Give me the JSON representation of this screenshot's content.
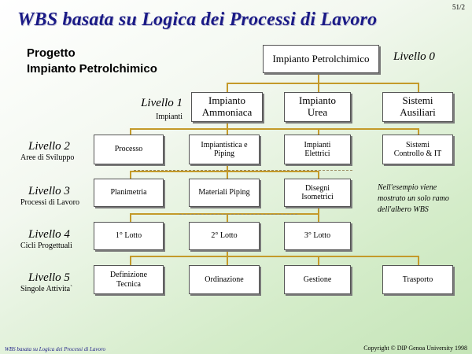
{
  "slide": {
    "title": "WBS basata su Logica dei Processi di Lavoro",
    "page_number": "51/2",
    "project_line1": "Progetto",
    "project_line2": "Impianto Petrolchimico",
    "note": "Nell'esempio viene mostrato un solo ramo dell'albero WBS",
    "footer_left": "WBS basata su Logica dei Processi di Lavoro",
    "footer_right": "Copyright © DIP Genoa University 1998"
  },
  "levels": [
    {
      "name": "Livello 0",
      "sub": ""
    },
    {
      "name": "Livello 1",
      "sub": "Impianti"
    },
    {
      "name": "Livello 2",
      "sub": "Aree di Sviluppo"
    },
    {
      "name": "Livello 3",
      "sub": "Processi di Lavoro"
    },
    {
      "name": "Livello 4",
      "sub": "Cicli Progettuali"
    },
    {
      "name": "Livello 5",
      "sub": "Singole Attivita`"
    }
  ],
  "tree": {
    "root": "Impianto Petrolchimico",
    "level1": [
      "Impianto\nAmmoniaca",
      "Impianto\nUrea",
      "Sistemi\nAusiliari"
    ],
    "level2": [
      "Processo",
      "Impiantistica e\nPiping",
      "Impianti\nElettrici",
      "Sistemi\nControllo & IT"
    ],
    "level3": [
      "Planimetria",
      "Materiali Piping",
      "Disegni\nIsometrici"
    ],
    "level4": [
      "1° Lotto",
      "2° Lotto",
      "3° Lotto"
    ],
    "level5": [
      "Definizione\nTecnica",
      "Ordinazione",
      "Gestione",
      "Trasporto"
    ]
  }
}
